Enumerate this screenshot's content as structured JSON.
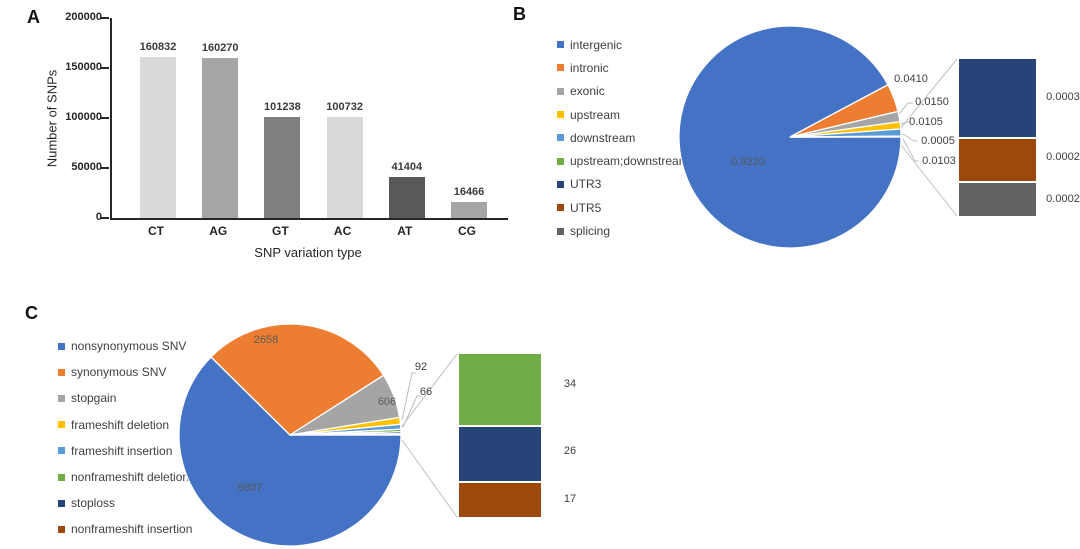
{
  "figure": {
    "panel_labels": {
      "a": "A",
      "b": "B",
      "c": "C"
    }
  },
  "chart_data": [
    {
      "id": "A",
      "type": "bar",
      "xlabel": "SNP variation type",
      "ylabel": "Number of SNPs",
      "categories": [
        "CT",
        "AG",
        "GT",
        "AC",
        "AT",
        "CG"
      ],
      "values": [
        160832,
        160270,
        101238,
        100732,
        41404,
        16466
      ],
      "labels": [
        "160832",
        "160270",
        "101238",
        "100732",
        "41404",
        "16466"
      ],
      "bar_colors": [
        "#d9d9d9",
        "#a6a6a6",
        "#7f7f7f",
        "#d9d9d9",
        "#595959",
        "#a6a6a6"
      ],
      "ylim": [
        0,
        200000
      ],
      "ytick_labels": [
        "0",
        "50000",
        "100000",
        "150000",
        "200000"
      ],
      "grid": false
    },
    {
      "id": "B",
      "type": "pie",
      "legend_position": "left",
      "start_angle_deg": 0,
      "direction": "clockwise",
      "slices": [
        {
          "label": "intergenic",
          "value": 0.922,
          "display": "0.9220",
          "color": "#4472c4"
        },
        {
          "label": "intronic",
          "value": 0.041,
          "display": "0.0410",
          "color": "#ed7d31"
        },
        {
          "label": "exonic",
          "value": 0.015,
          "display": "0.0150",
          "color": "#a5a5a5"
        },
        {
          "label": "upstream",
          "value": 0.0105,
          "display": "0.0105",
          "color": "#ffc000"
        },
        {
          "label": "downstream",
          "value": 0.0103,
          "display": "0.0103",
          "color": "#5b9bd5"
        },
        {
          "label": "upstream;downstream",
          "value": 0.0005,
          "display": "0.0005",
          "color": "#70ad47"
        },
        {
          "label": "UTR3",
          "value": 0.0003,
          "display": "0.0003",
          "color": "#264478"
        },
        {
          "label": "UTR5",
          "value": 0.0002,
          "display": "0.0002",
          "color": "#9e480e"
        },
        {
          "label": "splicing",
          "value": 0.0002,
          "display": "0.0002",
          "color": "#636363"
        }
      ],
      "callout_bar": {
        "slice_indexes": [
          6,
          7,
          8
        ],
        "fractions": [
          0.503,
          0.277,
          0.22
        ]
      }
    },
    {
      "id": "C",
      "type": "pie",
      "legend_position": "left",
      "start_angle_deg": 0,
      "direction": "clockwise",
      "slices": [
        {
          "label": "nonsynonymous SNV",
          "value": 5807,
          "display": "5807",
          "color": "#4472c4"
        },
        {
          "label": "synonymous SNV",
          "value": 2658,
          "display": "2658",
          "color": "#ed7d31"
        },
        {
          "label": "stopgain",
          "value": 606,
          "display": "606",
          "color": "#a5a5a5"
        },
        {
          "label": "frameshift deletion",
          "value": 92,
          "display": "92",
          "color": "#ffc000"
        },
        {
          "label": "frameshift insertion",
          "value": 66,
          "display": "66",
          "color": "#5b9bd5"
        },
        {
          "label": "nonframeshift deletion",
          "value": 34,
          "display": "34",
          "color": "#70ad47"
        },
        {
          "label": "stoploss",
          "value": 26,
          "display": "26",
          "color": "#264478"
        },
        {
          "label": "nonframeshift insertion",
          "value": 17,
          "display": "17",
          "color": "#9e480e"
        }
      ],
      "callout_bar": {
        "slice_indexes": [
          5,
          6,
          7
        ],
        "fractions": [
          0.442,
          0.338,
          0.22
        ]
      }
    }
  ]
}
